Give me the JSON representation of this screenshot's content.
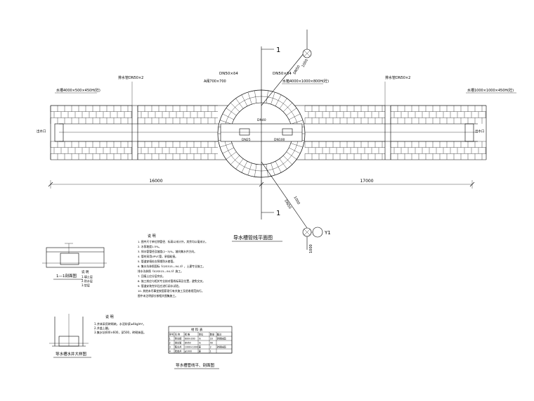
{
  "plan": {
    "title": "导水槽管线平面图",
    "section_mark": "1",
    "dim_left": "16000",
    "dim_right": "17000",
    "pipe_top_left": "DN50×δ4",
    "pipe_top_right": "DN50×δ4",
    "valve_label": "A阀700×700",
    "well_top_right": "水箱4000×1000×800H(砼)",
    "well_left": "水槽4000×500×450H(砼)",
    "well_right": "水槽1000×1000×450H(砼)",
    "outlet_left": "出水口",
    "outlet_right": "出水口",
    "pipe_left_tag": "排水管DN50×2",
    "pipe_right_tag": "排水管DN50×2",
    "center_tag1": "DN40",
    "center_tag2": "DN25",
    "center_tag3": "DN100",
    "branch_up": "DN50",
    "branch_down": "DN50",
    "branch_len": "1000",
    "y1_label": "Y1",
    "y1_len": "1000"
  },
  "notes": {
    "heading": "说 明",
    "lines": [
      "1. 图中尺寸单位除管径、标高以米计外，其余均以毫米计。",
      "2. 水泵坡度1.5%。",
      "3. 排水管管径及坡度(2~3)%，坡向集水井方向。",
      "4. 管材采用UPVC管，承插粘接。",
      "5. 管道穿墙处应预埋防水套管。",
      "6. 集水坑参照国标《02S515—94-3》，土建专业施工。",
      "   排水沟参照《02S515—94-3》施工。",
      "7. 回填土应分层夯实。",
      "8. 施工前应与相关专业核对管线标高及位置，避免交叉。",
      "9. 管道安装完毕后应进行闭水试验。",
      "10. 其他未尽事宜按国家现行有关施工及验收规范执行。",
      "    图中未注明部分按相关图集施工。"
    ]
  },
  "section11": {
    "title": "1—1剖面图",
    "legend_heading": "说 明",
    "legend": [
      "1.填土层",
      "2.防水层",
      "3.垫层"
    ]
  },
  "detail": {
    "title": "导水槽水井大样图",
    "legend_heading": "说 明",
    "legend": [
      "1.井体采用砖砌筑，水泥砂浆≥4kg/m³。",
      "2.井盖上翻。",
      "3.集水坑600×600，深500，砖砌抹面。"
    ]
  },
  "table": {
    "title": "导水槽管线平、剖面图",
    "heading": "材 料 表",
    "headers": [
      "序号",
      "名 称",
      "规 格",
      "单位",
      "数量",
      "备注"
    ],
    "rows": [
      [
        "1",
        "导水槽",
        "600×300",
        "m",
        "33",
        "砖砌抹面"
      ],
      [
        "2",
        "排水管",
        "DN50",
        "m",
        "40",
        ""
      ],
      [
        "3",
        "集水井",
        "1000×1000",
        "座",
        "2",
        "砖砌抹面"
      ],
      [
        "4",
        "检查井",
        "φ1000",
        "座",
        "1",
        ""
      ]
    ]
  }
}
